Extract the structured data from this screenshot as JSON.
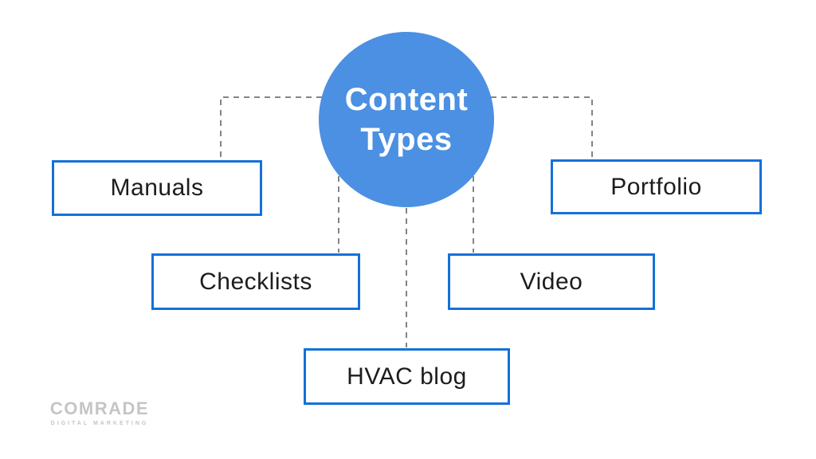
{
  "diagram": {
    "center_label": "Content\nTypes",
    "nodes": [
      {
        "id": "manuals",
        "label": "Manuals"
      },
      {
        "id": "portfolio",
        "label": "Portfolio"
      },
      {
        "id": "checklists",
        "label": "Checklists"
      },
      {
        "id": "video",
        "label": "Video"
      },
      {
        "id": "hvac-blog",
        "label": "HVAC blog"
      }
    ],
    "edges": [
      {
        "from": "content-types",
        "to": "manuals"
      },
      {
        "from": "content-types",
        "to": "portfolio"
      },
      {
        "from": "content-types",
        "to": "checklists"
      },
      {
        "from": "content-types",
        "to": "video"
      },
      {
        "from": "content-types",
        "to": "hvac-blog"
      }
    ],
    "colors": {
      "circle_fill": "#4b90e2",
      "circle_text": "#ffffff",
      "box_border": "#1471d8",
      "node_text": "#1d1d1d",
      "connector": "#848484",
      "logo_gray": "#c5c5c5"
    }
  },
  "branding": {
    "logo_text": "COMRADE",
    "logo_subtext": "DIGITAL MARKETING"
  }
}
